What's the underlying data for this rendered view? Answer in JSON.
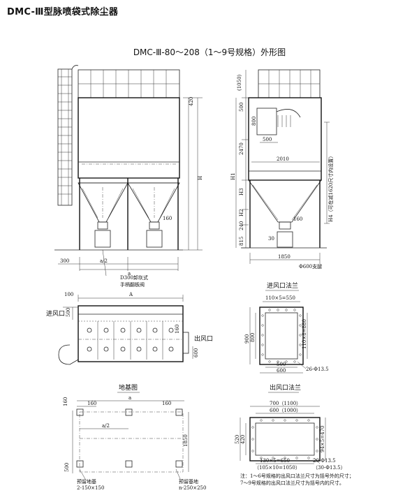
{
  "title": "DMC-Ⅲ型脉喷袋式除尘器",
  "subtitle": "DMC-Ⅲ-80～208（1～9号规格）外形图",
  "front_view": {
    "dim_left": "300",
    "dim_half_a": "a/2",
    "dim_a": "a",
    "dim_160": "160",
    "dim_420": "420",
    "dim_h": "H",
    "note_valve": "D300卸灰式",
    "note_valve2": "手柄翻板阀"
  },
  "side_view": {
    "dim_1050": "(1050)",
    "dim_500_top": "500",
    "dim_800": "800",
    "dim_500": "500",
    "dim_2470": "2470",
    "dim_2010": "2010",
    "dim_h1": "H1",
    "dim_h2": "H2",
    "dim_h3": "H3",
    "dim_h4": "H4（可在减1620尺寸内设置）",
    "dim_240": "240",
    "dim_160": "160",
    "dim_815": "815",
    "dim_30": "30",
    "dim_1850": "1850",
    "note_cone": "Φ600支腿"
  },
  "plan_view": {
    "dim_100": "100",
    "dim_a": "A",
    "label_inlet": "进风口",
    "label_outlet": "出风口",
    "dim_500": "500",
    "dim_600": "600",
    "dim_160": "160"
  },
  "inlet_flange": {
    "title": "进风口法兰",
    "dim_top": "110×5=550",
    "dim_900": "900",
    "dim_800": "800",
    "dim_right": "110×8=880",
    "dim_500": "500",
    "dim_600": "600",
    "dim_holes": "26-Φ13.5"
  },
  "foundation": {
    "title": "地基图",
    "dim_a": "a",
    "dim_160a": "160",
    "dim_160b": "160",
    "dim_160c": "160",
    "dim_half": "a/2",
    "dim_1850": "1850",
    "dim_500": "500",
    "label_left": "预留地基",
    "label_left2": "2-150×150",
    "label_right": "预留基地",
    "label_right2": "n-250×250"
  },
  "outlet_flange": {
    "title": "出风口法兰",
    "dim_700": "700（1100）",
    "dim_600": "600（1000）",
    "dim_520": "520",
    "dim_420": "420",
    "dim_right": "94×5=470",
    "dim_bottom": "130×5=650",
    "dim_bottom2": "（105×10=1050）",
    "dim_holes": "20-Φ13.5",
    "dim_holes2": "（30-Φ13.5）"
  },
  "notes": {
    "line1": "注：1～6号规格的出风口法兰尺寸为括号外的尺寸；",
    "line2": "7～9号规格的出风口法兰尺寸为括号内的尺寸。"
  }
}
